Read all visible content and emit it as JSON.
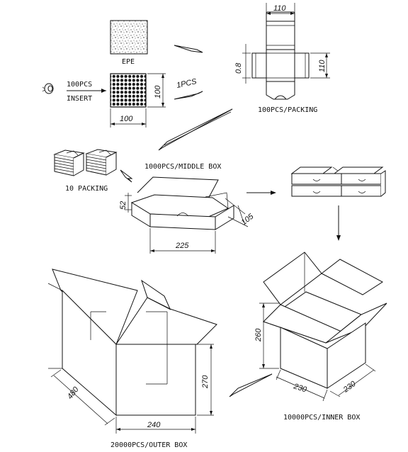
{
  "labels": {
    "epe": "EPE",
    "pcs100": "100PCS",
    "insert": "INSERT",
    "pcs1": "1PCS",
    "tray_w": "100",
    "tray_h": "100",
    "fold_w": "110",
    "fold_h": "110",
    "fold_t": "0.8",
    "packing_100": "100PCS/PACKING",
    "packing_10": "10 PACKING",
    "middle_box": "1000PCS/MIDDLE BOX",
    "mid_h": "52",
    "mid_d": "105",
    "mid_w": "225",
    "inner_h": "260",
    "inner_w": "230",
    "inner_d": "230",
    "inner_box": "10000PCS/INNER BOX",
    "outer_d": "480",
    "outer_h": "270",
    "outer_w": "240",
    "outer_box": "20000PCS/OUTER BOX"
  }
}
